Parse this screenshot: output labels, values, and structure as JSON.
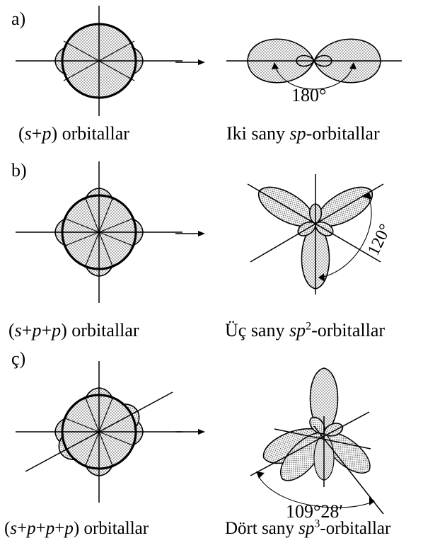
{
  "panels": [
    {
      "tag": "a)",
      "left_caption": {
        "pre": "(",
        "a": "s",
        "op1": "+",
        "b": "p",
        "post": ") orbitallar"
      },
      "right_caption": {
        "pre": "Iki sany ",
        "it": "sp",
        "sup": "",
        "post": "-orbitallar"
      },
      "angle": "180°"
    },
    {
      "tag": "b)",
      "left_caption": {
        "pre": "(",
        "a": "s",
        "op1": "+",
        "b": "p",
        "op2": "+",
        "c": "p",
        "post": ") orbitallar"
      },
      "right_caption": {
        "pre": "Üç sany ",
        "it": "sp",
        "sup": "2",
        "post": "-orbitallar"
      },
      "angle": "120°"
    },
    {
      "tag": "ç)",
      "left_caption": {
        "pre": "(",
        "a": "s",
        "op1": "+",
        "b": "p",
        "op2": "+",
        "c": "p",
        "op3": "+",
        "d": "p",
        "post": ") orbitallar"
      },
      "right_caption": {
        "pre": "Dört sany ",
        "it": "sp",
        "sup": "3",
        "post": "-orbitallar"
      },
      "angle": "109°28′"
    }
  ],
  "arrow": "→"
}
